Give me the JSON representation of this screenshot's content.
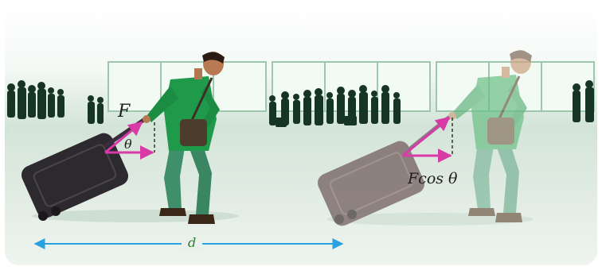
{
  "labels": {
    "force": "F",
    "angle": "θ",
    "horizontal_component": "Fcos θ",
    "distance": "d"
  },
  "colors": {
    "force_arrow": "#d83aa6",
    "distance_arrow": "#2aa1e0",
    "distance_label": "#2e7d2e",
    "shirt": "#1f9a4a",
    "pants": "#3f8f6b",
    "suitcase": "#2d2a2f",
    "crowd": "#173524",
    "floor": "#e6eee8"
  },
  "icons": {
    "person_pulling_suitcase": "person-pulling-suitcase-icon",
    "crowd_silhouette": "crowd-silhouette-icon"
  }
}
